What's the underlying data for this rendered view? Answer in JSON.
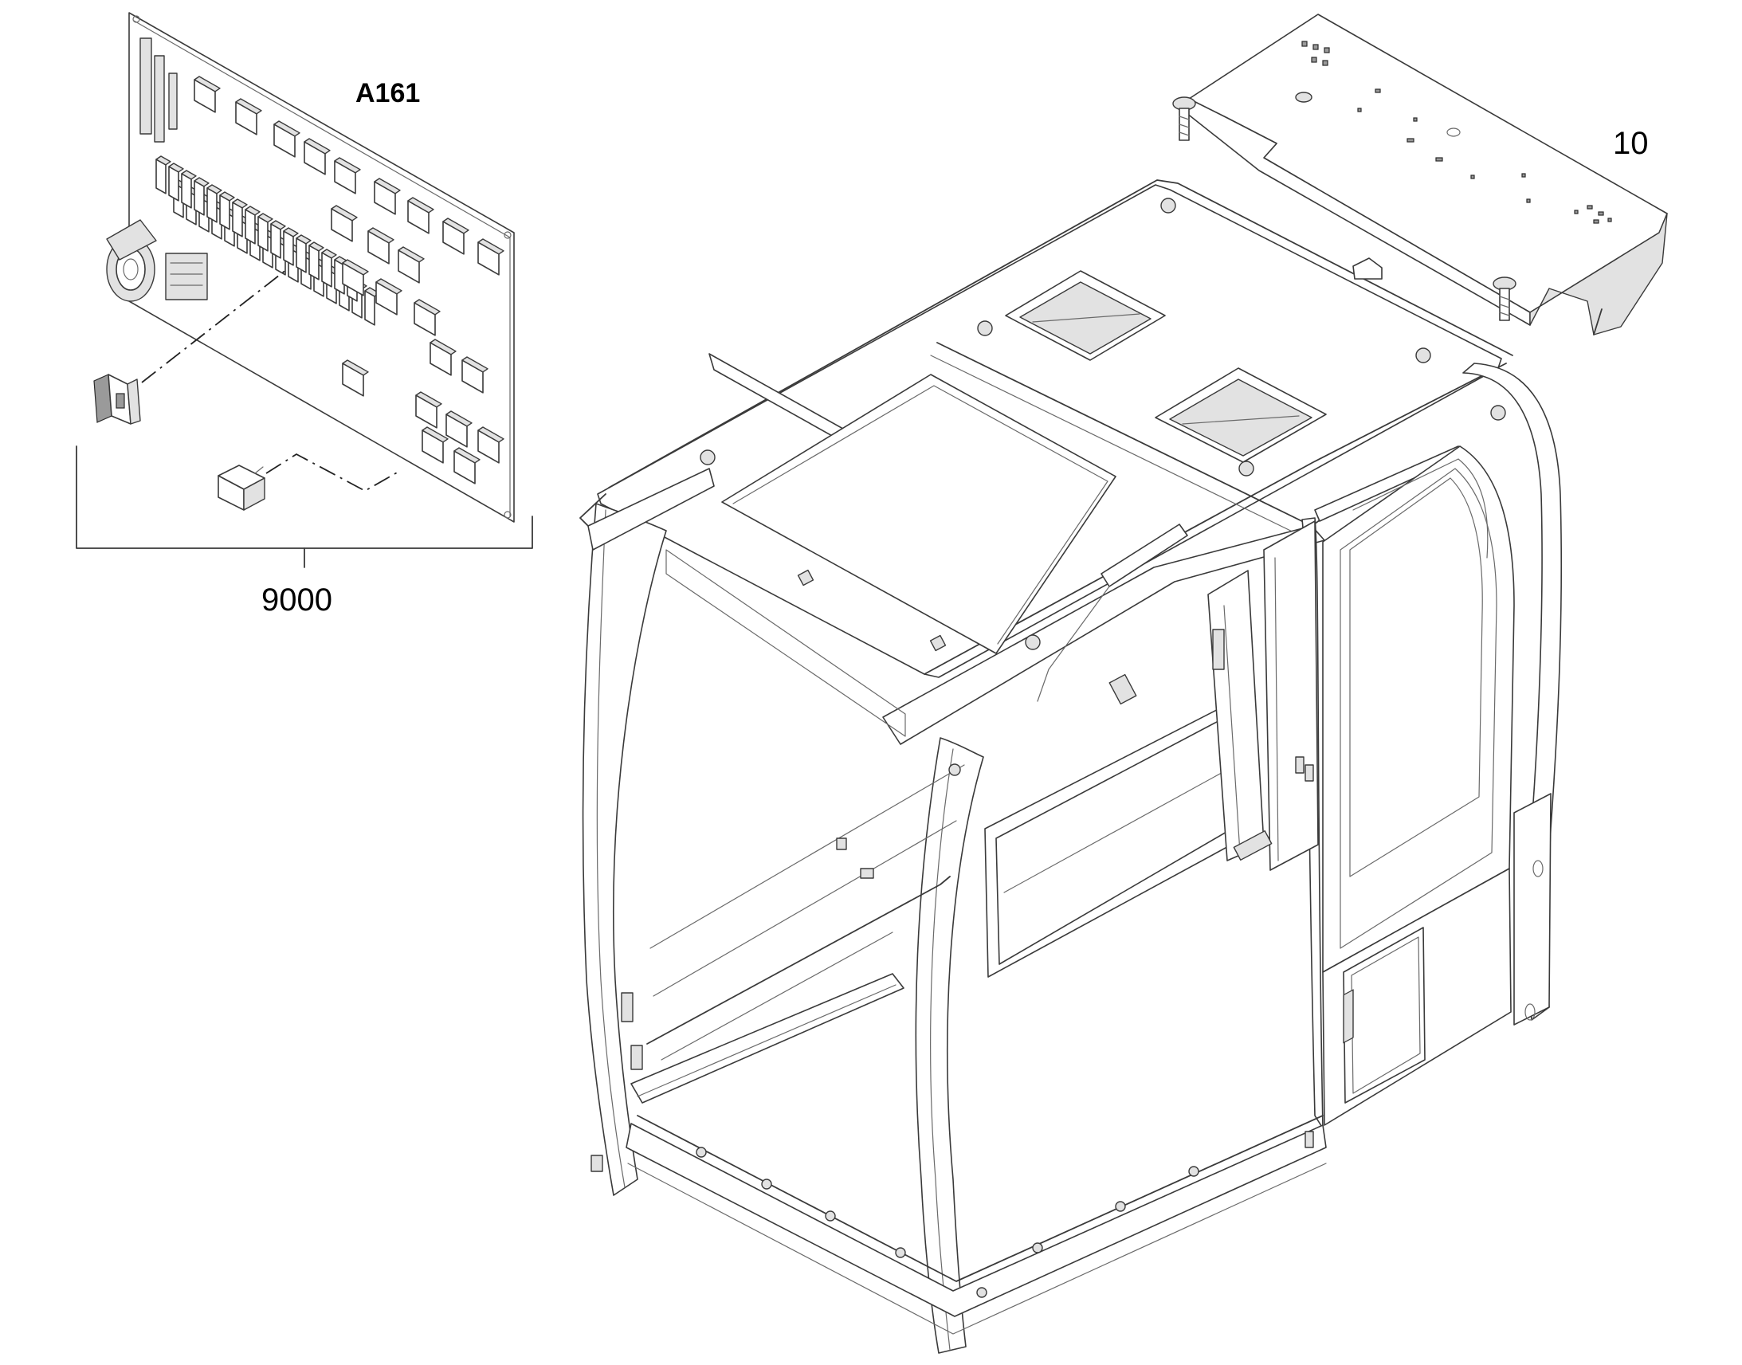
{
  "callouts": {
    "control_board": "A161",
    "cover_plate": "10",
    "assembly_group": "9000"
  }
}
